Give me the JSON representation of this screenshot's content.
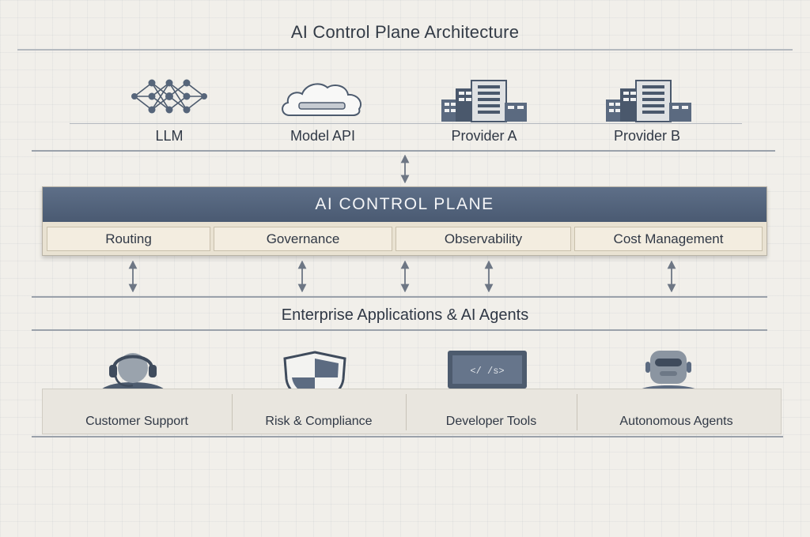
{
  "title": "AI Control Plane Architecture",
  "providers": [
    {
      "label": "LLM",
      "icon": "neural-network-icon"
    },
    {
      "label": "Model API",
      "icon": "cloud-icon"
    },
    {
      "label": "Provider A",
      "icon": "buildings-icon"
    },
    {
      "label": "Provider B",
      "icon": "buildings-icon"
    }
  ],
  "control_plane": {
    "title": "AI CONTROL PLANE",
    "modules": [
      "Routing",
      "Governance",
      "Observability",
      "Cost Management"
    ]
  },
  "apps_section": {
    "title": "Enterprise Applications & AI Agents",
    "apps": [
      {
        "label": "Customer Support",
        "icon": "headset-agent-icon"
      },
      {
        "label": "Risk & Compliance",
        "icon": "shield-icon"
      },
      {
        "label": "Developer Tools",
        "icon": "laptop-code-icon",
        "screen_text": "</ /s>"
      },
      {
        "label": "Autonomous Agents",
        "icon": "robot-icon"
      }
    ]
  },
  "colors": {
    "header": "#4a5a72",
    "module_bg": "#f3ede0",
    "background": "#f1efea",
    "icon_dark": "#4d5b6e"
  }
}
